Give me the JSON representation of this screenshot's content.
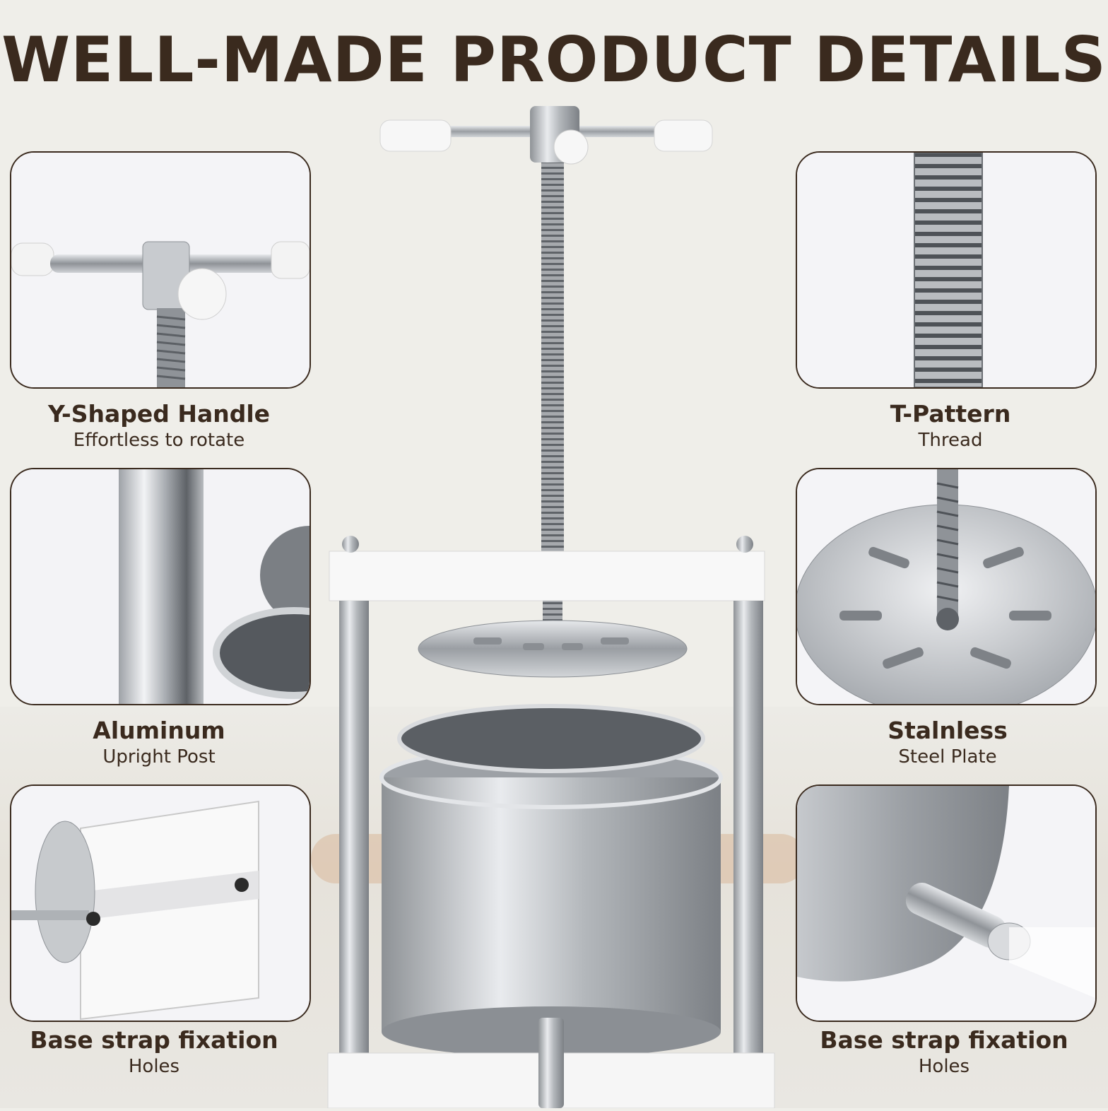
{
  "title": "WELL-MADE PRODUCT DETAILS",
  "features": [
    {
      "heading": "Y-Shaped Handle",
      "subtitle": "Effortless to rotate"
    },
    {
      "heading": "T-Pattern",
      "subtitle": "Thread"
    },
    {
      "heading": "Aluminum",
      "subtitle": "Upright Post"
    },
    {
      "heading": "Stalnless",
      "subtitle": "Steel Plate"
    },
    {
      "heading": "Base strap fixation",
      "subtitle": "Holes"
    },
    {
      "heading": "Base strap fixation",
      "subtitle": "Holes"
    }
  ],
  "colors": {
    "text": "#3a2a1e",
    "background": "#efeee9",
    "steel": "#b9bcc0"
  }
}
